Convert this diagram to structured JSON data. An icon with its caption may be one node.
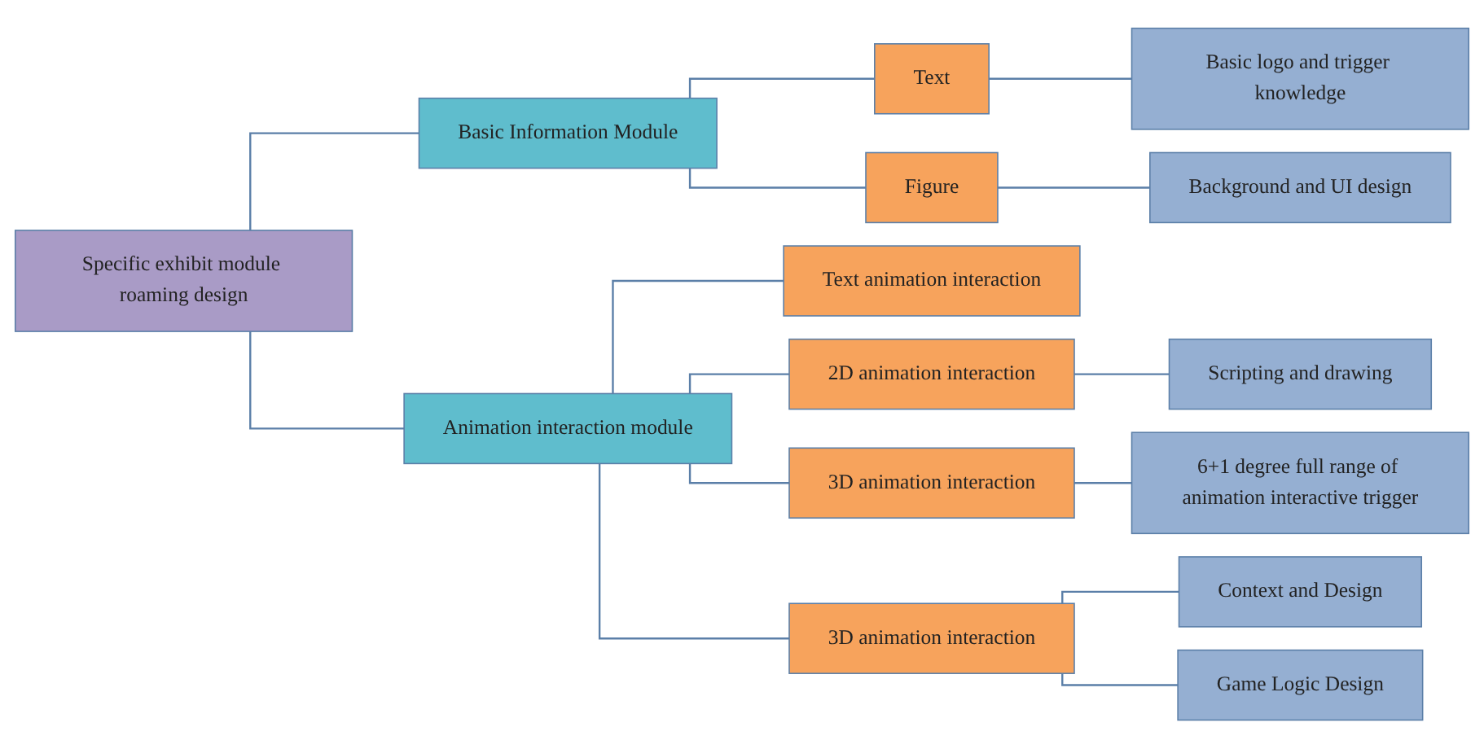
{
  "diagram": {
    "nodes": [
      {
        "text": [
          "Specific exhibit module roaming design"
        ]
      },
      {
        "text": [
          "Basic Information Module"
        ]
      },
      {
        "text": [
          "Text"
        ]
      },
      {
        "text": [
          "Basic logo and trigger knowledge"
        ]
      },
      {
        "text": [
          "Figure"
        ]
      },
      {
        "text": [
          "Background and UI design"
        ]
      },
      {
        "text": [
          "Animation interaction module"
        ]
      },
      {
        "text": [
          "Text animation interaction"
        ]
      },
      {
        "text": [
          "2D animation interaction"
        ]
      },
      {
        "text": [
          "Scripting and drawing"
        ]
      },
      {
        "text": [
          "3D animation interaction"
        ]
      },
      {
        "text": [
          "6+1 degree full range of animation interactive trigger"
        ]
      },
      {
        "text": [
          "3D animation interaction"
        ]
      },
      {
        "text": [
          "Context and Design"
        ]
      },
      {
        "text": [
          "Game Logic Design"
        ]
      }
    ],
    "edges": [
      {
        "from": 0,
        "to": 1,
        "arrow": "none"
      },
      {
        "from": 0,
        "to": 6,
        "arrow": "none"
      },
      {
        "from": 1,
        "to": 2,
        "arrow": "none"
      },
      {
        "from": 1,
        "to": 4,
        "arrow": "none"
      },
      {
        "from": 2,
        "to": 3,
        "arrow": "none"
      },
      {
        "from": 4,
        "to": 5,
        "arrow": "none"
      },
      {
        "from": 6,
        "to": 7,
        "arrow": "none"
      },
      {
        "from": 6,
        "to": 8,
        "arrow": "none"
      },
      {
        "from": 6,
        "to": 10,
        "arrow": "none"
      },
      {
        "from": 6,
        "to": 12,
        "arrow": "none"
      },
      {
        "from": 8,
        "to": 9,
        "arrow": "none"
      },
      {
        "from": 10,
        "to": 11,
        "arrow": "none"
      },
      {
        "from": 12,
        "to": 13,
        "arrow": "none"
      },
      {
        "from": 12,
        "to": 14,
        "arrow": "none"
      }
    ]
  }
}
